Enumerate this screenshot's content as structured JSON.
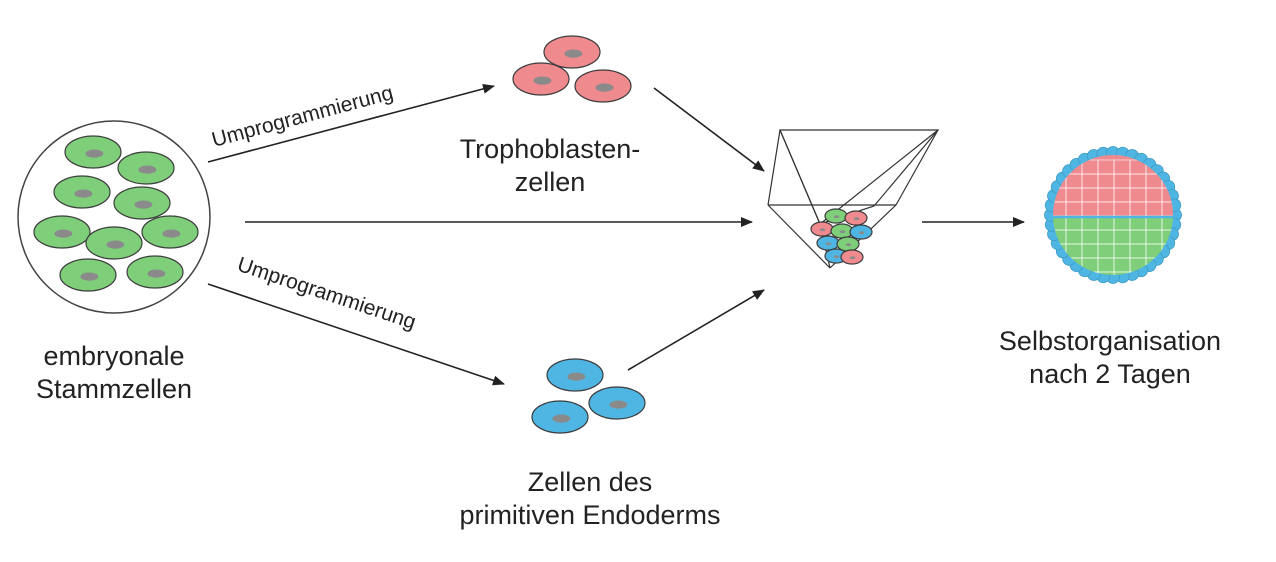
{
  "labels": {
    "source_line1": "embryonale",
    "source_line2": "Stammzellen",
    "trophoblast_line1": "Trophoblasten-",
    "trophoblast_line2": "zellen",
    "endoderm_line1": "Zellen des",
    "endoderm_line2": "primitiven Endoderms",
    "result_line1": "Selbstorganisation",
    "result_line2": "nach 2 Tagen",
    "arrow_upper": "Umprogrammierung",
    "arrow_lower": "Umprogrammierung"
  },
  "colors": {
    "stem_cell": "#7fcf7a",
    "trophoblast_cell": "#ef8a8f",
    "endoderm_cell": "#4fb6e3",
    "nucleus": "#8a8a8a",
    "arrow": "#222222"
  }
}
